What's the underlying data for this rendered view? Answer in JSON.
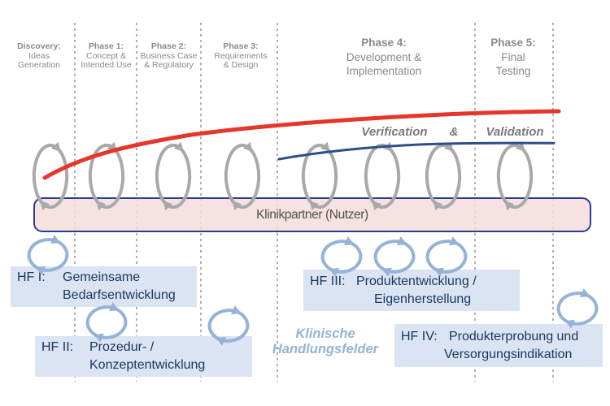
{
  "phases": [
    {
      "title": "Discovery:",
      "line1": "Ideas",
      "line2": "Generation"
    },
    {
      "title": "Phase 1:",
      "line1": "Concept &",
      "line2": "Intended Use"
    },
    {
      "title": "Phase 2:",
      "line1": "Business Case",
      "line2": "& Regulatory"
    },
    {
      "title": "Phase 3:",
      "line1": "Requirements",
      "line2": "& Design"
    },
    {
      "title": "Phase 4:",
      "line1": "Development &",
      "line2": "Implementation"
    },
    {
      "title": "Phase 5:",
      "line1": "Final",
      "line2": "Testing"
    }
  ],
  "curve_labels": {
    "verification": "Verification",
    "ampersand": "&",
    "validation": "Validation"
  },
  "clinic_bar": {
    "label": "Klinikpartner (Nutzer)"
  },
  "action_fields": [
    {
      "id": "HF I:",
      "line1": "Gemeinsame",
      "line2": "Bedarfsentwicklung"
    },
    {
      "id": "HF II:",
      "line1": "Prozedur- /",
      "line2": "Konzeptentwicklung"
    },
    {
      "id": "HF III:",
      "line1": "Produktentwicklung /",
      "line2": "Eigenherstellung"
    },
    {
      "id": "HF IV:",
      "line1": "Produkterprobung und",
      "line2": "Versorgungsindikation"
    }
  ],
  "caption": {
    "line1": "Klinische",
    "line2": "Handlungsfelder"
  },
  "icons": {
    "gray_cycle": "iteration-cycle-icon",
    "blue_cycle": "iteration-cycle-icon"
  },
  "colors": {
    "red_curve": "#e6352b",
    "blue_curve": "#2d4d8e",
    "bar_border": "#2b3d93",
    "bar_fill": "#f3dedd",
    "box_fill": "#dbe4f2",
    "box_text": "#17365d",
    "phase_text": "#8a8a8a",
    "vv_text": "#7a7a7a",
    "caption_text": "#95b3d7",
    "gray_icon": "#a9a9a9",
    "blue_icon": "#95b3d7",
    "divider": "#8f8f8f"
  }
}
